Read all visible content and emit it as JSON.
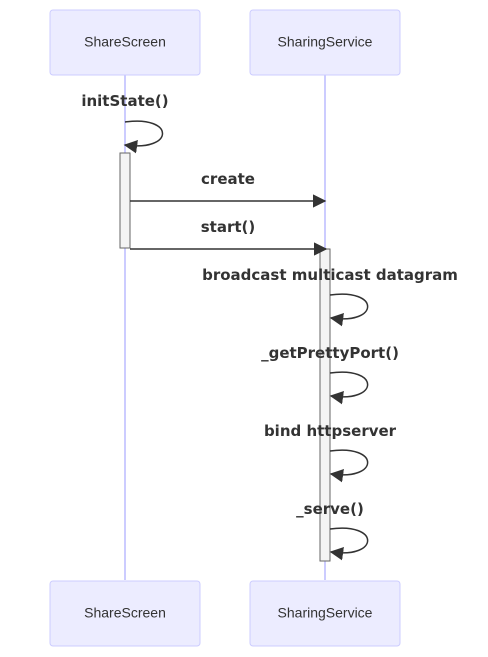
{
  "participants": [
    {
      "id": "share",
      "name": "ShareScreen"
    },
    {
      "id": "service",
      "name": "SharingService"
    }
  ],
  "messages": [
    {
      "from": "share",
      "to": "share",
      "label": "initState()",
      "kind": "self"
    },
    {
      "from": "share",
      "to": "service",
      "label": "create",
      "kind": "sync"
    },
    {
      "from": "share",
      "to": "service",
      "label": "start()",
      "kind": "sync"
    },
    {
      "from": "service",
      "to": "service",
      "label": "broadcast multicast datagram",
      "kind": "self"
    },
    {
      "from": "service",
      "to": "service",
      "label": "_getPrettyPort()",
      "kind": "self"
    },
    {
      "from": "service",
      "to": "service",
      "label": "bind httpserver",
      "kind": "self"
    },
    {
      "from": "service",
      "to": "service",
      "label": "_serve()",
      "kind": "self"
    }
  ],
  "colors": {
    "actor_fill": "#ECECFF",
    "actor_stroke": "#CCCCFF",
    "line": "#333333",
    "activation_fill": "#F4F4F4"
  }
}
